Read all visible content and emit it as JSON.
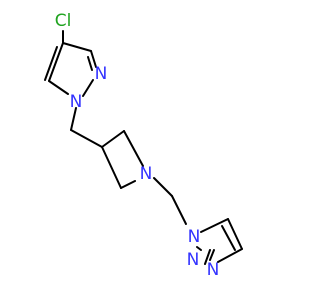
{
  "atom_labels": {
    "chlorine": "Cl",
    "pyrazole_n_ring": "N",
    "pyrazole_n_substituted": "N",
    "azetidine_n": "N",
    "triazole_n_substituted": "N",
    "triazole_n_middle": "N",
    "triazole_n_lower": "N"
  },
  "colors": {
    "bond": "#000000",
    "nitrogen": "#3333ff",
    "chlorine": "#1fa31f",
    "background": "#ffffff"
  }
}
